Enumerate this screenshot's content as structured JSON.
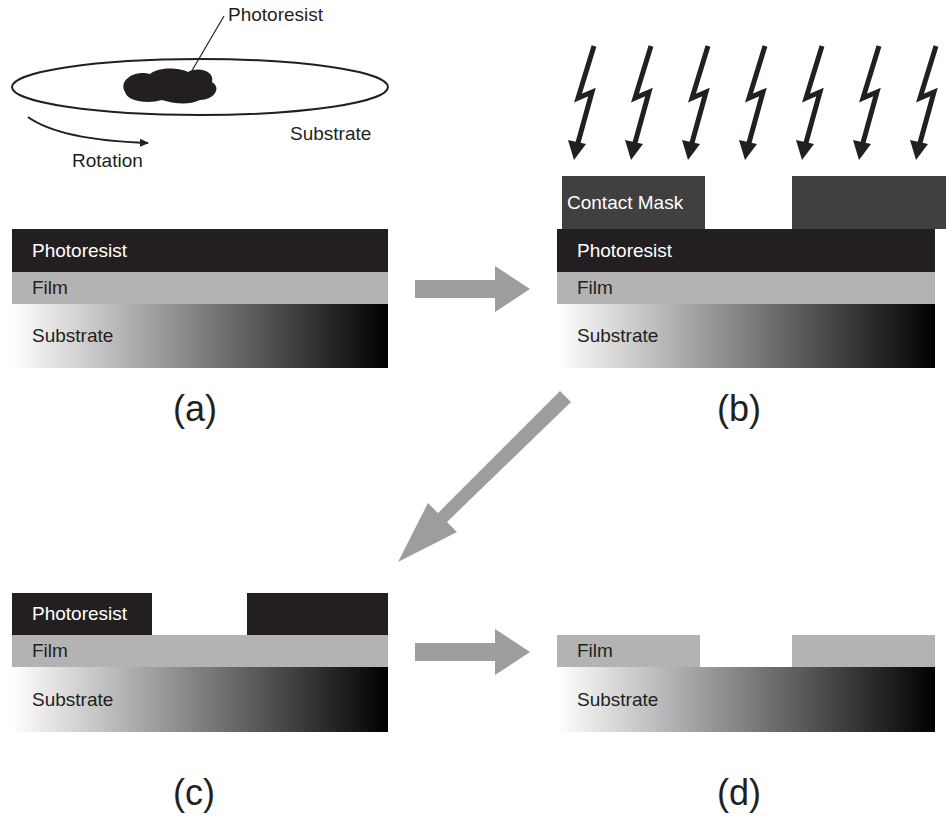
{
  "diagram": {
    "nodes": [
      {
        "text": [
          "Photoresist"
        ]
      },
      {
        "text": [
          "Film"
        ]
      },
      {
        "text": [
          "Substrate"
        ]
      },
      {
        "text": [
          "Contact Mask"
        ]
      },
      {
        "text": [
          "Photoresist"
        ]
      },
      {
        "text": [
          "Film"
        ]
      },
      {
        "text": [
          "Substrate"
        ]
      },
      {
        "text": [
          "Photoresist"
        ]
      },
      {
        "text": [
          "Film"
        ]
      },
      {
        "text": [
          "Substrate"
        ]
      },
      {
        "text": [
          "Film"
        ]
      },
      {
        "text": [
          "Substrate"
        ]
      }
    ],
    "labels": [
      "Photoresist",
      "Substrate",
      "Rotation",
      "(a)",
      "(b)",
      "(c)",
      "(d)"
    ]
  }
}
